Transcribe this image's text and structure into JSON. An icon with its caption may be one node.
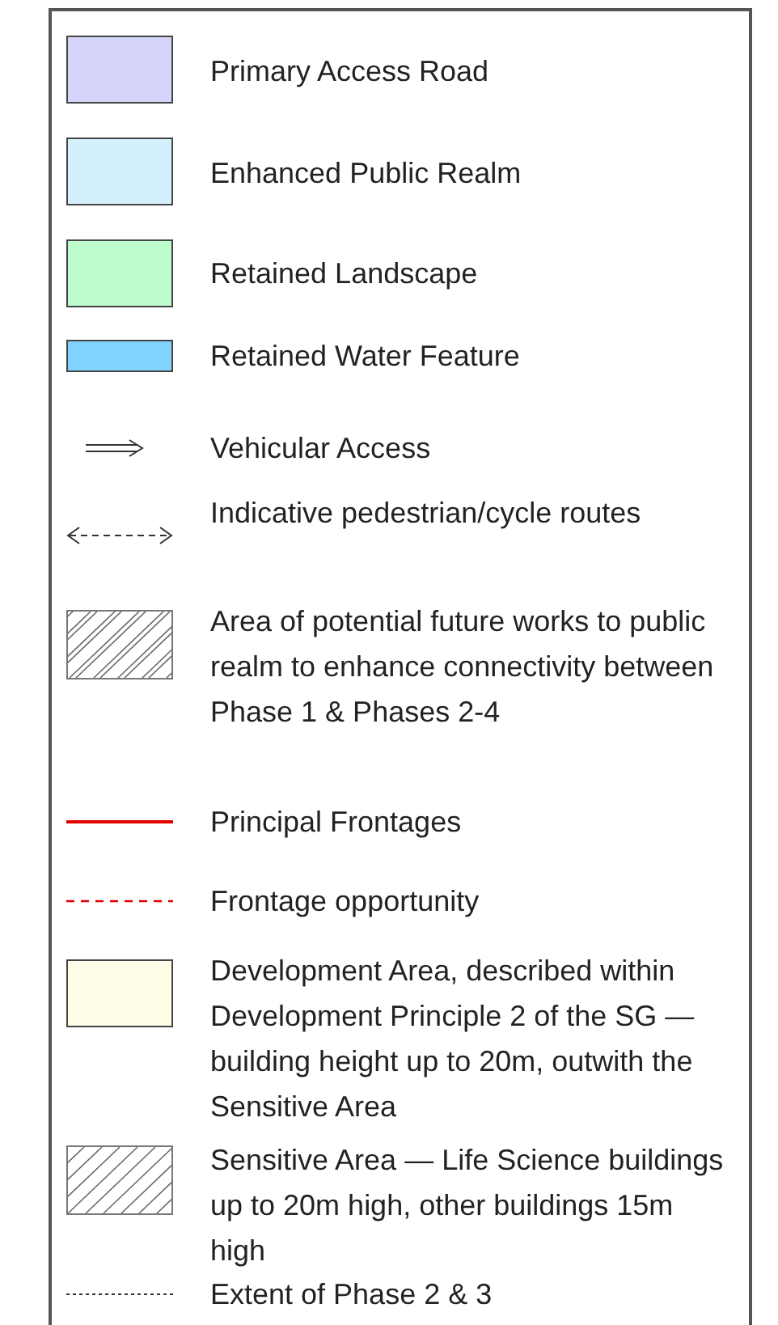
{
  "diagram": {
    "legend": [
      {
        "text": "Primary Access Road",
        "color": "#d5d5fb"
      },
      {
        "text": "Enhanced Public Realm",
        "color": "#d3f0fc"
      },
      {
        "text": "Retained Landscape",
        "color": "#bdfccd"
      },
      {
        "text": "Retained Water Feature",
        "color": "#80d3fc"
      },
      {
        "text": "Vehicular Access"
      },
      {
        "text": "Indicative pedestrian/cycle routes"
      },
      {
        "text": "Area of potential future works to public realm to enhance connectivity between Phase 1 & Phases 2-4"
      },
      {
        "text": "Principal Frontages"
      },
      {
        "text": "Frontage opportunity"
      },
      {
        "text": "Development Area, described within Development Principle 2 of the SG — building height up to 20m, outwith the Sensitive Area",
        "color": "#fefee8"
      },
      {
        "text": "Sensitive Area — Life Science buildings up to 20m high, other buildings 15m high"
      },
      {
        "text": "Extent of Phase 2 & 3"
      }
    ]
  }
}
